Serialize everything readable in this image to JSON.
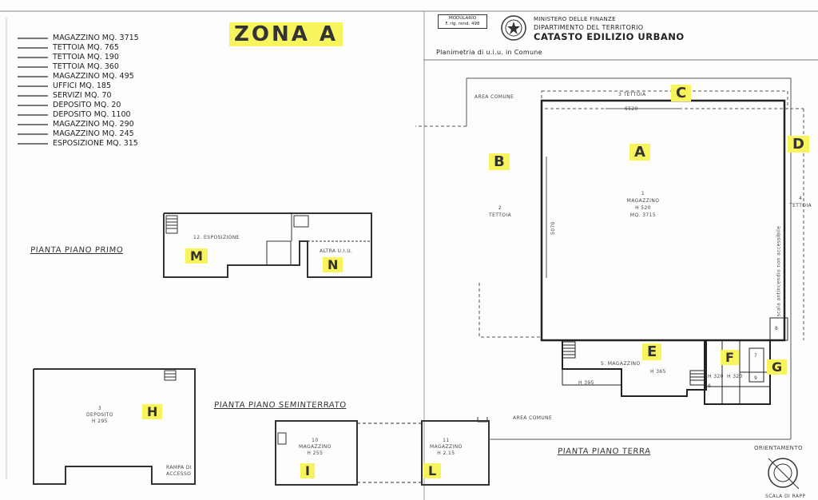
{
  "zona_title": "ZONA A",
  "legend": [
    "MAGAZZINO  MQ. 3715",
    "TETTOIA   MQ. 765",
    "TETTOIA   MQ. 190",
    "TETTOIA   MQ. 360",
    "MAGAZZINO  MQ. 495",
    "UFFICI  MQ. 185",
    "SERVIZI  MQ. 70",
    "DEPOSITO  MQ. 20",
    "DEPOSITO  MQ. 1100",
    "MAGAZZINO  MQ. 290",
    "MAGAZZINO  MQ. 245",
    "ESPOSIZIONE  MQ. 315"
  ],
  "header": {
    "stamp_line1": "MODULARIO",
    "stamp_line2": "F. rig. rend. 498",
    "ministry": "MINISTERO DELLE FINANZE",
    "department": "DIPARTIMENTO DEL TERRITORIO",
    "catasto": "CATASTO EDILIZIO URBANO",
    "planimetria": "Planimetria di u.i.u. in Comune"
  },
  "plans": {
    "primo": "PIANTA PIANO PRIMO",
    "seminterrato": "PIANTA PIANO SEMINTERRATO",
    "terra": "PIANTA PIANO TERRA",
    "orientamento": "ORIENTAMENTO"
  },
  "zones": [
    "A",
    "B",
    "C",
    "D",
    "E",
    "F",
    "G",
    "H",
    "I",
    "L",
    "M",
    "N"
  ],
  "rooms": {
    "area_comune_top": "AREA COMUNE",
    "tettoia_3": "3 TETTOIA",
    "dim_top": "6520",
    "dim_left": "5070",
    "mag_1_num": "1",
    "mag_1_name": "MAGAZZINO",
    "mag_1_h": "H 520",
    "mag_1_mq": "MQ. 3715",
    "tettoia_2_num": "2",
    "tettoia_2_name": "TETTOIA",
    "tettoia_4_num": "4",
    "tettoia_4_name": "TETTOIA",
    "side_note": "scala antincendio non accessibile",
    "mag_5": "5. MAGAZZINO",
    "h_365": "H 365",
    "h_395": "H 395",
    "h_320a": "H 320",
    "h_320b": "H 320",
    "num_6": "6",
    "num_7": "7",
    "num_8": "8",
    "num_9": "9",
    "area_comune_bottom": "AREA COMUNE",
    "espo_12": "12. ESPOSIZIONE",
    "altra_uiu": "ALTRA U.I.U.",
    "dep_3_num": "3",
    "dep_3_name": "DEPOSITO",
    "dep_3_h": "H 295",
    "rampa": "RAMPA DI ACCESSO",
    "r10_num": "10",
    "r10_name": "MAGAZZINO",
    "r10_h": "H 255",
    "r11_num": "11",
    "r11_name": "MAGAZZINO",
    "r11_h": "H 2.15",
    "scala": "SCALA DI RAPP"
  },
  "colors": {
    "highlight": "#f7f45e",
    "ink": "#333333",
    "paper": "#fdfdfb"
  }
}
